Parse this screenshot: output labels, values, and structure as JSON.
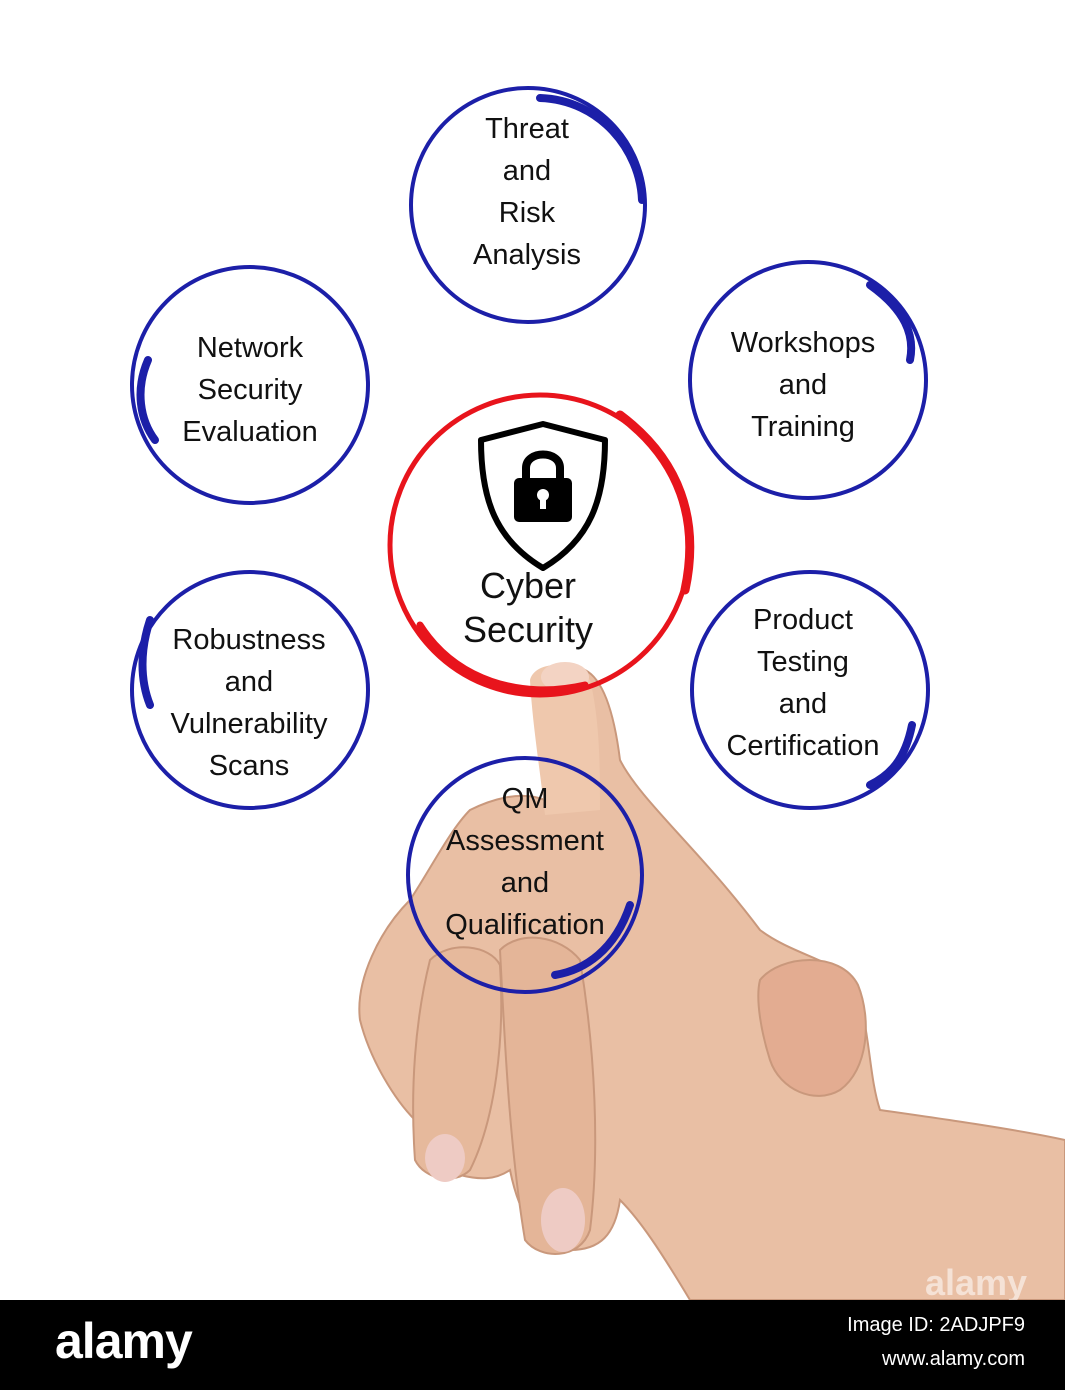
{
  "diagram": {
    "center": {
      "lines": [
        "Cyber",
        "Security"
      ],
      "icon": "shield-lock-icon",
      "ring_color": "#e8141c"
    },
    "ring_color": "#1c1fa8",
    "nodes": [
      {
        "id": "threat",
        "lines": [
          "Threat",
          "and",
          "Risk",
          "Analysis"
        ]
      },
      {
        "id": "workshops",
        "lines": [
          "Workshops",
          "and",
          "Training"
        ]
      },
      {
        "id": "product",
        "lines": [
          "Product",
          "Testing",
          "and",
          "Certification"
        ]
      },
      {
        "id": "qm",
        "lines": [
          "QM",
          "Assessment",
          "and",
          "Qualification"
        ]
      },
      {
        "id": "robustness",
        "lines": [
          "Robustness",
          "and",
          "Vulnerability",
          "Scans"
        ]
      },
      {
        "id": "network",
        "lines": [
          "Network",
          "Security",
          "Evaluation"
        ]
      }
    ]
  },
  "photo": {
    "subject": "hand-pointing"
  },
  "footer": {
    "brand": "alamy",
    "image_id": "Image ID: 2ADJPF9",
    "site": "www.alamy.com",
    "watermark": "alamy"
  }
}
